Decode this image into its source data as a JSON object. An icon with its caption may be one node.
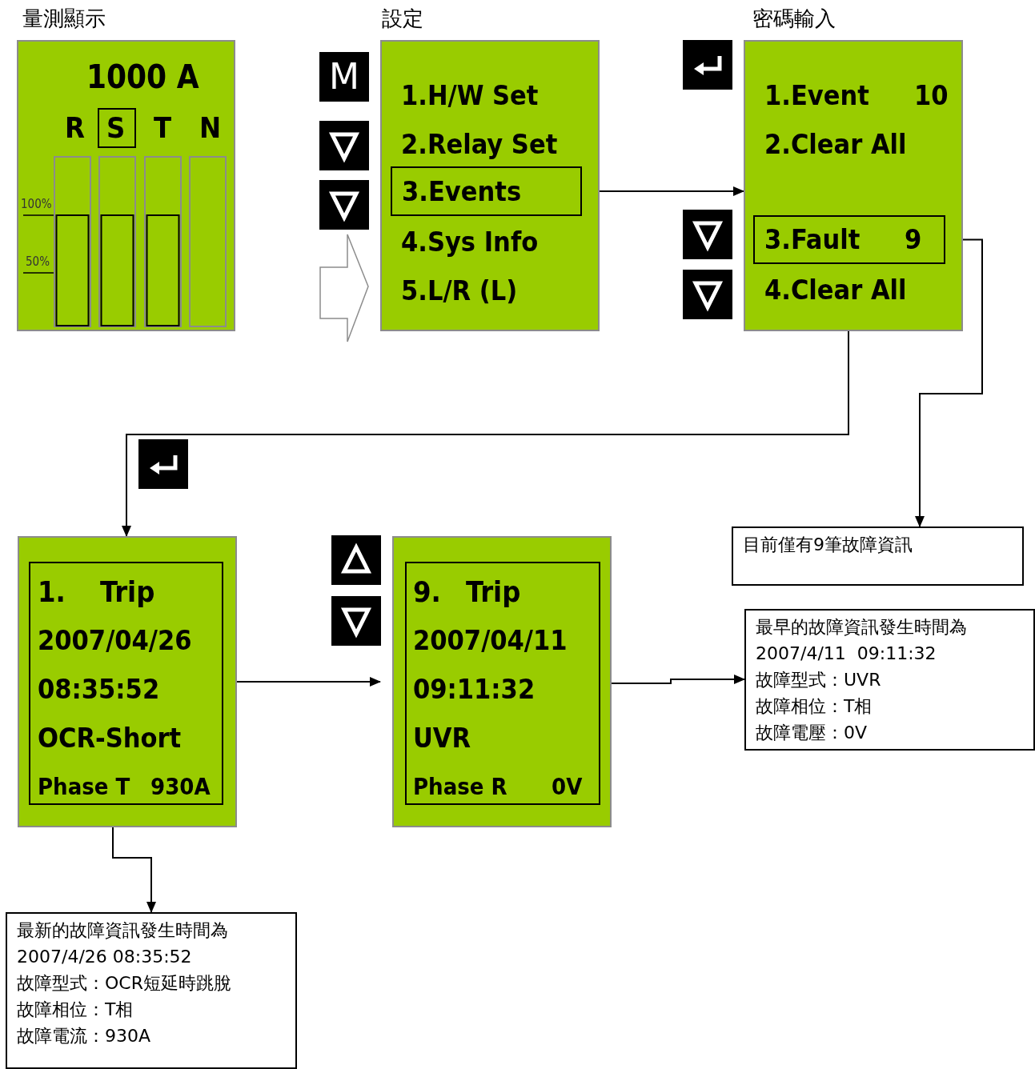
{
  "diagram": {
    "nodes": [
      {
        "text": [
          "量測顯示",
          "1000 A",
          "R",
          "S",
          "T",
          "N"
        ]
      },
      {
        "text": [
          "設定",
          "1.H/W Set",
          "2.Relay Set",
          "4.Sys Info",
          "5.L/R (L)"
        ]
      },
      {
        "text": [
          "3.Events"
        ],
        "in": 1
      },
      {
        "text": [
          "密碼輸入",
          "1.Event",
          "10",
          "2.Clear All",
          "4.Clear All"
        ]
      },
      {
        "text": [
          "3.Fault",
          "9"
        ],
        "in": 3
      },
      {
        "text": [],
        "shape": "box"
      },
      {
        "text": [
          "1.",
          "Trip",
          "2007/04/26",
          "08:35:52",
          "OCR-Short",
          "Phase T",
          "930A"
        ],
        "in": 5
      },
      {
        "text": [],
        "shape": "box"
      },
      {
        "text": [
          "9.",
          "Trip",
          "2007/04/11",
          "09:11:32",
          "UVR",
          "Phase R",
          "0V"
        ],
        "in": 7
      },
      {
        "text": [
          "目前僅有9筆故障資訊"
        ]
      },
      {
        "text": [
          "最早的故障資訊發生時間為",
          "2007/4/11  09:11:32",
          "故障型式：UVR",
          "故障相位：T相",
          "故障電壓：0V"
        ]
      },
      {
        "text": [
          "最新的故障資訊發生時間為",
          "2007/4/26 08:35:52",
          "故障型式：OCR短延時跳脫",
          "故障相位：T相",
          "故障電流：930A"
        ]
      }
    ],
    "edges": [
      {
        "from": 2,
        "to": 3,
        "arrow": "to"
      },
      {
        "from": 3,
        "to": 5,
        "arrow": "to"
      },
      {
        "from": 4,
        "to": 9,
        "arrow": "to"
      },
      {
        "from": 5,
        "to": 7,
        "arrow": "to"
      },
      {
        "from": 8,
        "to": 10,
        "arrow": "to"
      },
      {
        "from": 6,
        "to": 11,
        "arrow": "to"
      }
    ],
    "labels": [
      "100%",
      "50%",
      "M"
    ]
  }
}
